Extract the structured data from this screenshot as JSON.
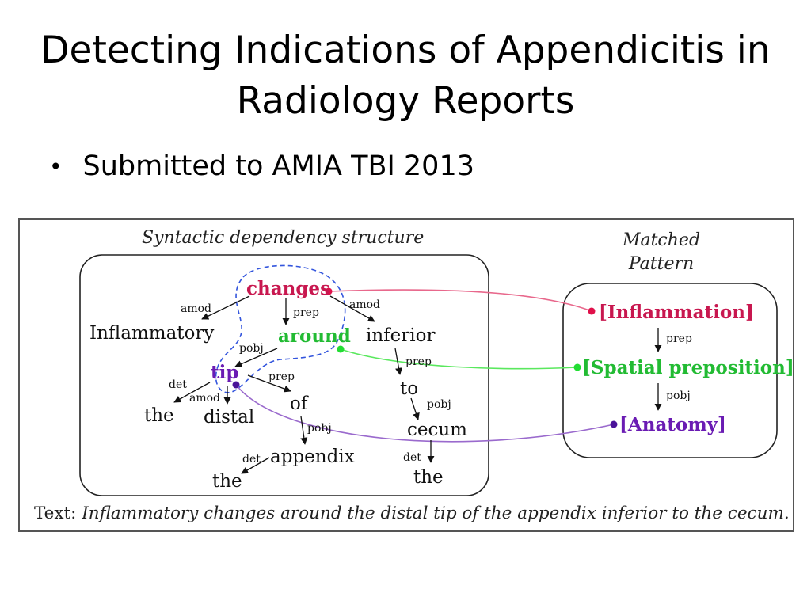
{
  "slide": {
    "title": "Detecting Indications of Appendicitis in Radiology Reports",
    "bullet": "Submitted to AMIA TBI 2013"
  },
  "figure": {
    "syntax_title": "Syntactic dependency structure",
    "pattern_title": [
      "Matched",
      "Pattern"
    ],
    "nodes": {
      "changes": "changes",
      "inflammatory": "Inflammatory",
      "around": "around",
      "inferior": "inferior",
      "tip": "tip",
      "the1": "the",
      "distal": "distal",
      "of": "of",
      "to": "to",
      "cecum": "cecum",
      "appendix": "appendix",
      "the2": "the",
      "the3": "the"
    },
    "edges": {
      "amod1": "amod",
      "prep1": "prep",
      "amod2": "amod",
      "pobj1": "pobj",
      "prep2": "prep",
      "det1": "det",
      "amod3": "amod",
      "prep3": "prep",
      "pobj2": "pobj",
      "pobj3": "pobj",
      "det2": "det",
      "det3": "det"
    },
    "pattern": {
      "node1": "[Inflammation]",
      "edge1": "prep",
      "node2": "[Spatial preposition]",
      "edge2": "pobj",
      "node3": "[Anatomy]"
    },
    "caption_label": "Text:",
    "caption_text": "Inflammatory changes around the distal tip of the appendix inferior to the cecum."
  },
  "colors": {
    "inflammation": "#c8174f",
    "spatial": "#22bb33",
    "anatomy": "#6a1bb3",
    "highlight": "#3355dd"
  }
}
